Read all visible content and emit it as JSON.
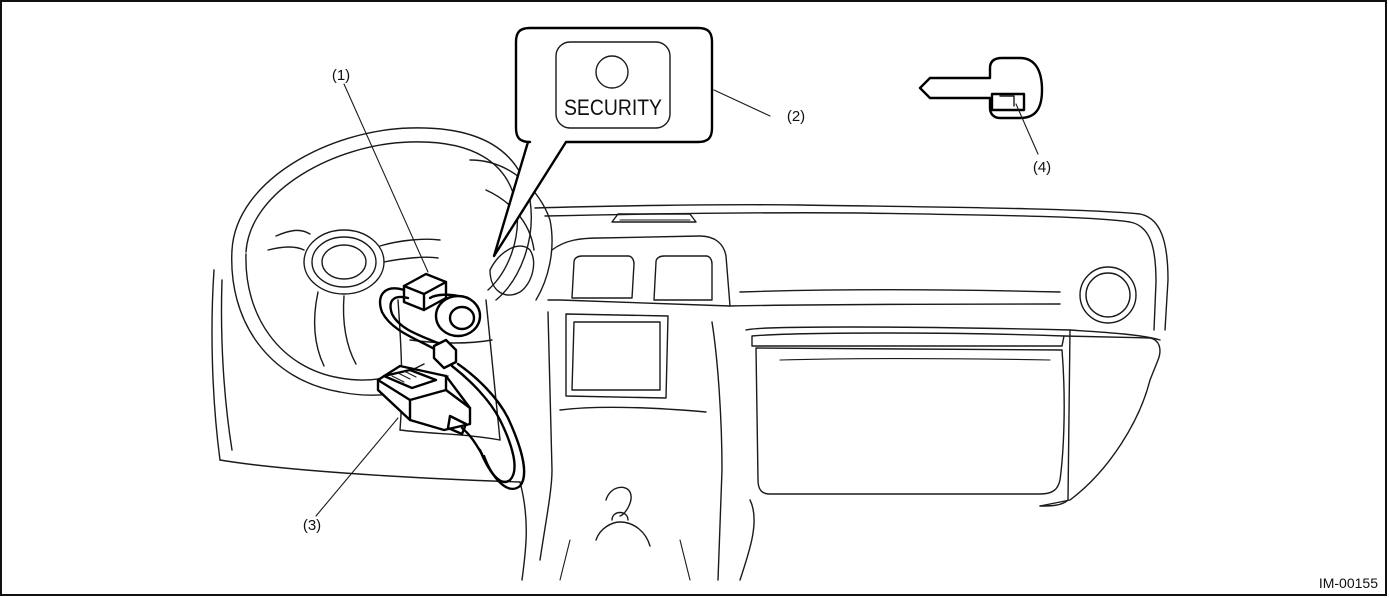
{
  "callouts": {
    "c1": "(1)",
    "c2": "(2)",
    "c3": "(3)",
    "c4": "(4)"
  },
  "indicator_label": "SECURITY",
  "figure_id": "IM-00155"
}
